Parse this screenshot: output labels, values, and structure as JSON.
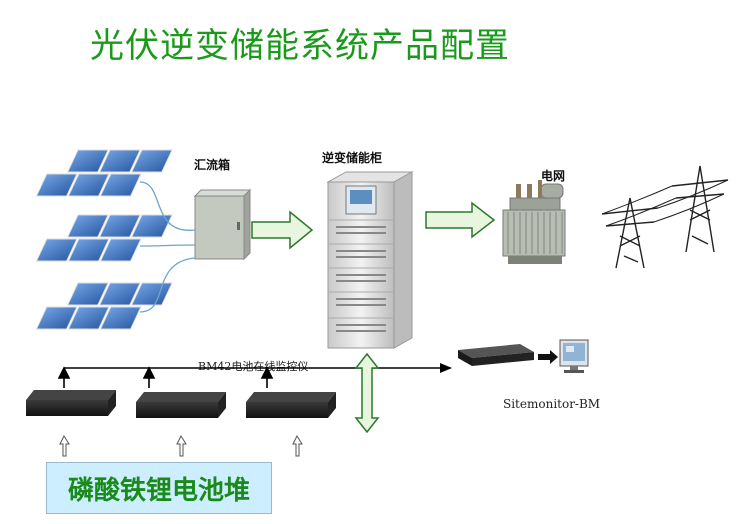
{
  "title": "光伏逆变储能系统产品配置",
  "labels": {
    "combiner_box": "汇流箱",
    "inverter_cabinet": "逆变储能柜",
    "grid": "电网",
    "bus": "BM42电池在线监控仪",
    "sitemonitor": "Sitemonitor-BM",
    "battery_stack": "磷酸铁锂电池堆"
  },
  "colors": {
    "title": "#1a9a1a",
    "arrow_fill": "#e8f6e0",
    "arrow_stroke": "#2a7a2a",
    "panel": "#4a7fc8",
    "battery_box": "#cceeff"
  }
}
